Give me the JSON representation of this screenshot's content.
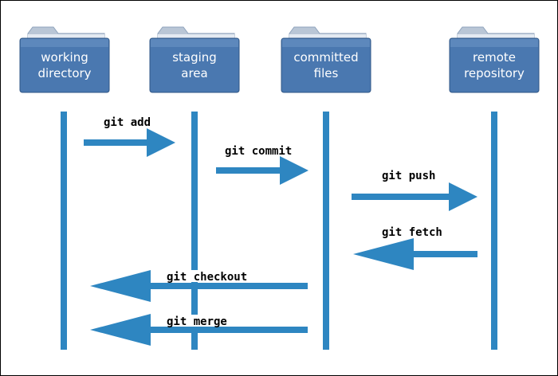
{
  "colors": {
    "arrow": "#2E86C1",
    "lane": "#2E86C1",
    "folder_front": "#4A78B0",
    "folder_back": "#B9C6D6",
    "label_text": "#ffffff",
    "command_text": "#000000"
  },
  "folders": [
    {
      "id": "working-directory",
      "lines": [
        "working",
        "directory"
      ],
      "icon": "folder-icon"
    },
    {
      "id": "staging-area",
      "lines": [
        "staging",
        "area"
      ],
      "icon": "folder-icon"
    },
    {
      "id": "committed-files",
      "lines": [
        "committed",
        "files"
      ],
      "icon": "folder-icon"
    },
    {
      "id": "remote-repository",
      "lines": [
        "remote",
        "repository"
      ],
      "icon": "folder-icon"
    }
  ],
  "commands": [
    {
      "id": "git-add",
      "label": "git add",
      "from": "working-directory",
      "to": "staging-area"
    },
    {
      "id": "git-commit",
      "label": "git commit",
      "from": "staging-area",
      "to": "committed-files"
    },
    {
      "id": "git-push",
      "label": "git push",
      "from": "committed-files",
      "to": "remote-repository"
    },
    {
      "id": "git-fetch",
      "label": "git fetch",
      "from": "remote-repository",
      "to": "committed-files"
    },
    {
      "id": "git-checkout",
      "label": "git checkout",
      "from": "committed-files",
      "to": "working-directory"
    },
    {
      "id": "git-merge",
      "label": "git merge",
      "from": "committed-files",
      "to": "working-directory"
    }
  ]
}
